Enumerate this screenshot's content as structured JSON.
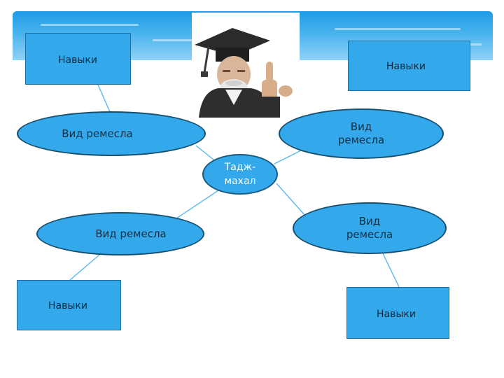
{
  "diagram": {
    "center": {
      "label": "Тадж-\nмахал"
    },
    "crafts": {
      "top_left": "Вид ремесла",
      "top_right": "Вид\nремесла",
      "bottom_left": "Вид ремесла",
      "bottom_right": "Вид\nремесла"
    },
    "skills": {
      "top_left": "Навыки",
      "top_right": "Навыки",
      "bottom_left": "Навыки",
      "bottom_right": "Навыки"
    },
    "image": {
      "icon": "graduate-professor-icon"
    }
  },
  "colors": {
    "shape_fill": "#33a9ec",
    "banner": "#2fa6ea",
    "connector": "#5ab8ee"
  }
}
